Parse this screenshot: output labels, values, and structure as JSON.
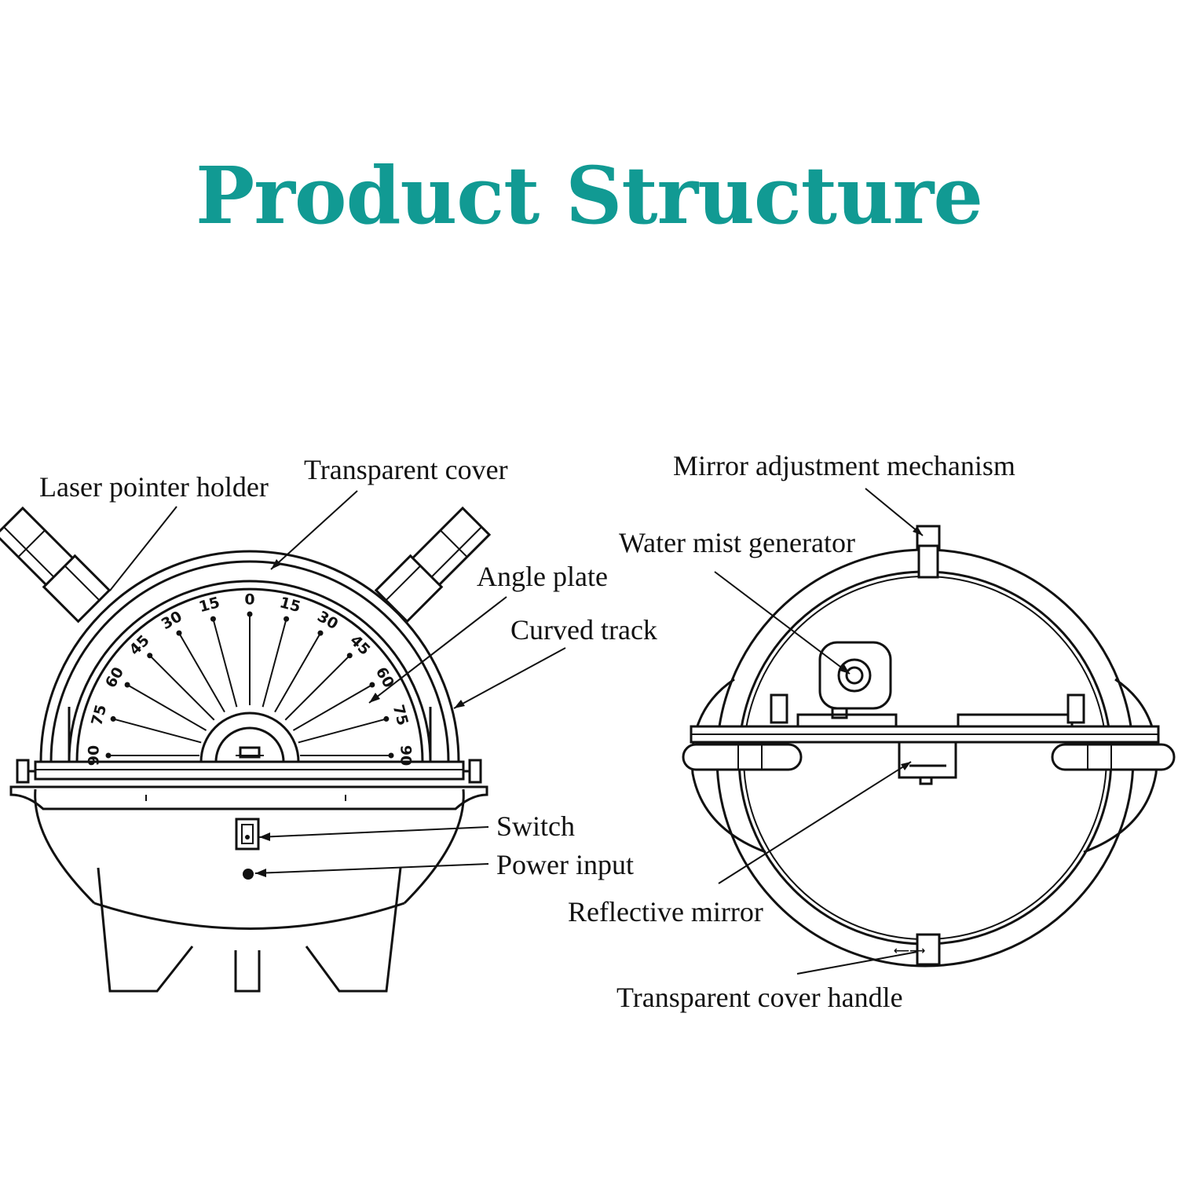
{
  "title": "Product Structure",
  "colors": {
    "title": "#119a93",
    "line": "#111111",
    "background": "#ffffff"
  },
  "labels": {
    "laser_pointer_holder": "Laser pointer holder",
    "transparent_cover": "Transparent cover",
    "angle_plate": "Angle plate",
    "curved_track": "Curved track",
    "switch": "Switch",
    "power_input": "Power input",
    "mirror_adjustment_mechanism": "Mirror adjustment mechanism",
    "water_mist_generator": "Water mist generator",
    "reflective_mirror": "Reflective mirror",
    "transparent_cover_handle": "Transparent cover handle"
  },
  "angle_scale": {
    "left": [
      "90",
      "75",
      "60",
      "45",
      "30",
      "15"
    ],
    "center": "0",
    "right": [
      "15",
      "30",
      "45",
      "60",
      "75",
      "90"
    ]
  }
}
